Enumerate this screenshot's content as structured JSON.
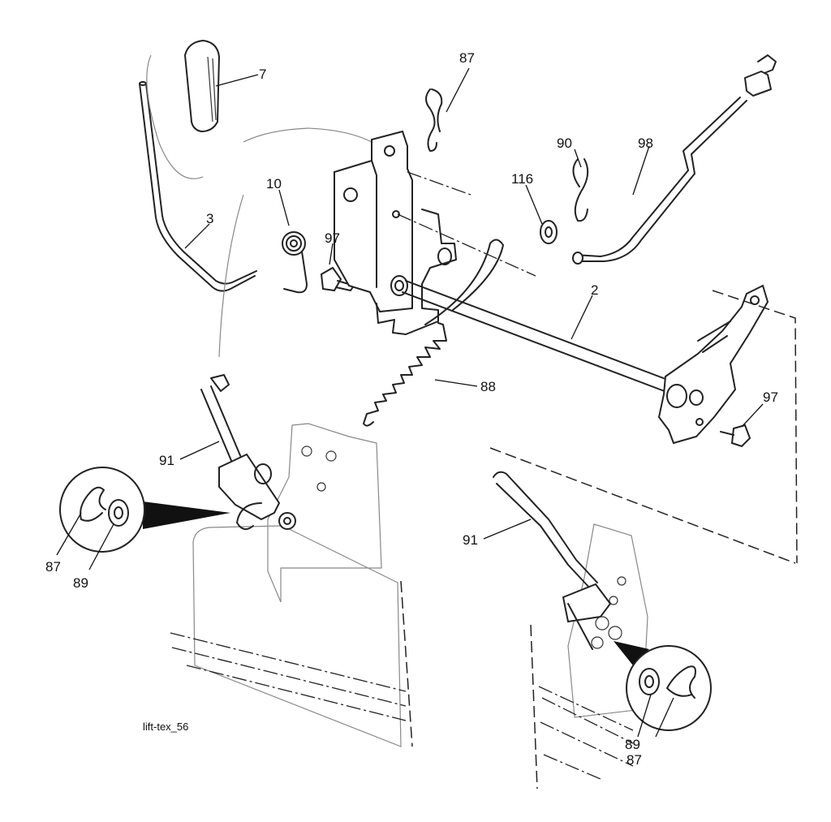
{
  "diagram": {
    "caption": "lift-tex_56",
    "labels": {
      "p7": "7",
      "p87_top": "87",
      "p90": "90",
      "p98": "98",
      "p116": "116",
      "p10": "10",
      "p3": "3",
      "p97_left": "97",
      "p2": "2",
      "p88": "88",
      "p97_right": "97",
      "p91_left": "91",
      "p91_right": "91",
      "p87_left": "87",
      "p89_left": "89",
      "p89_right": "89",
      "p87_right": "87"
    }
  }
}
